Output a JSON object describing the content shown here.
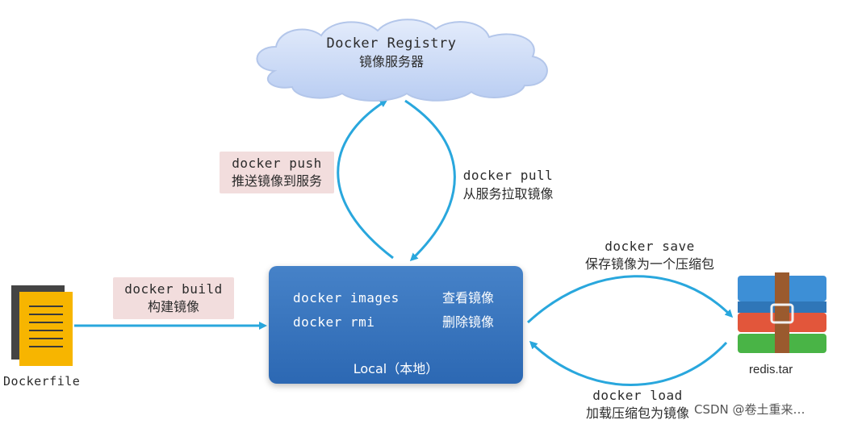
{
  "registry": {
    "title": "Docker Registry",
    "subtitle": "镜像服务器"
  },
  "push": {
    "command": "docker push",
    "desc": "推送镜像到服务"
  },
  "pull": {
    "command": "docker pull",
    "desc": "从服务拉取镜像"
  },
  "build": {
    "command": "docker build",
    "desc": "构建镜像"
  },
  "dockerfile": {
    "label": "Dockerfile"
  },
  "local": {
    "rows": [
      {
        "command": "docker images",
        "desc": "查看镜像"
      },
      {
        "command": "docker rmi",
        "desc": "删除镜像"
      }
    ],
    "footer": "Local（本地）"
  },
  "save": {
    "command": "docker save",
    "desc": "保存镜像为一个压缩包"
  },
  "load": {
    "command": "docker load",
    "desc": "加载压缩包为镜像"
  },
  "archive": {
    "label": "redis.tar"
  },
  "watermark": "CSDN @卷土重来…",
  "colors": {
    "arrow": "#29a7dd",
    "local_box": "#3a75be",
    "highlight": "#f2dddd",
    "cloud": "#c9d9f6",
    "dockerfile": "#f7b500"
  }
}
